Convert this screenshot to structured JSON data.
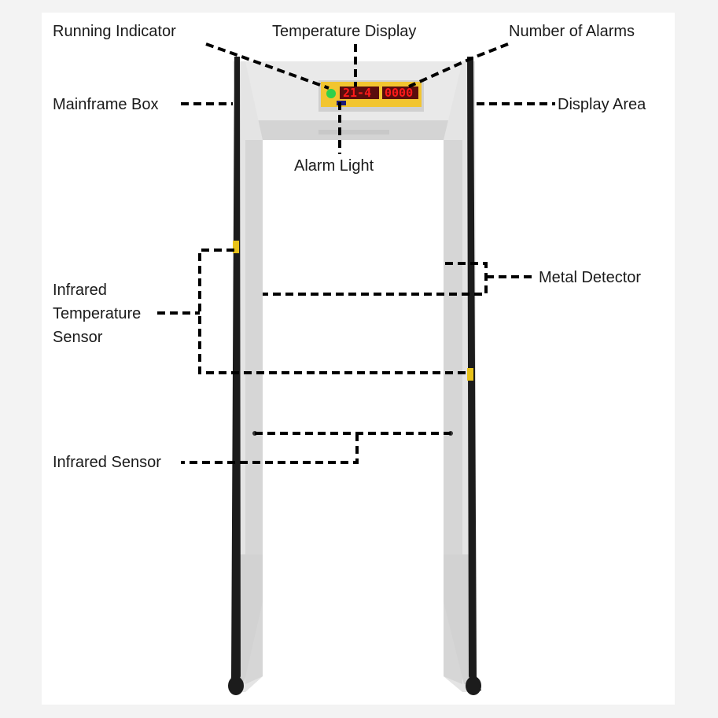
{
  "labels": {
    "running_indicator": "Running Indicator",
    "temperature_display": "Temperature Display",
    "number_of_alarms": "Number of Alarms",
    "mainframe_box": "Mainframe Box",
    "display_area": "Display Area",
    "alarm_light": "Alarm Light",
    "metal_detector": "Metal Detector",
    "infrared_temperature_sensor": [
      "Infrared",
      "Temperature",
      "Sensor"
    ],
    "infrared_sensor": "Infrared Sensor"
  },
  "panel_readout": {
    "temperature": "21-4",
    "alarms": "0000"
  },
  "colors": {
    "frame": "#e6e6e6",
    "frame_shadow": "#cfcfcf",
    "edge_strip": "#1c1c1c",
    "panel": "#f2c530",
    "indicator_green": "#2fd04a",
    "digit_red": "#ff1a1a",
    "sensor_yellow": "#e8c21a"
  }
}
